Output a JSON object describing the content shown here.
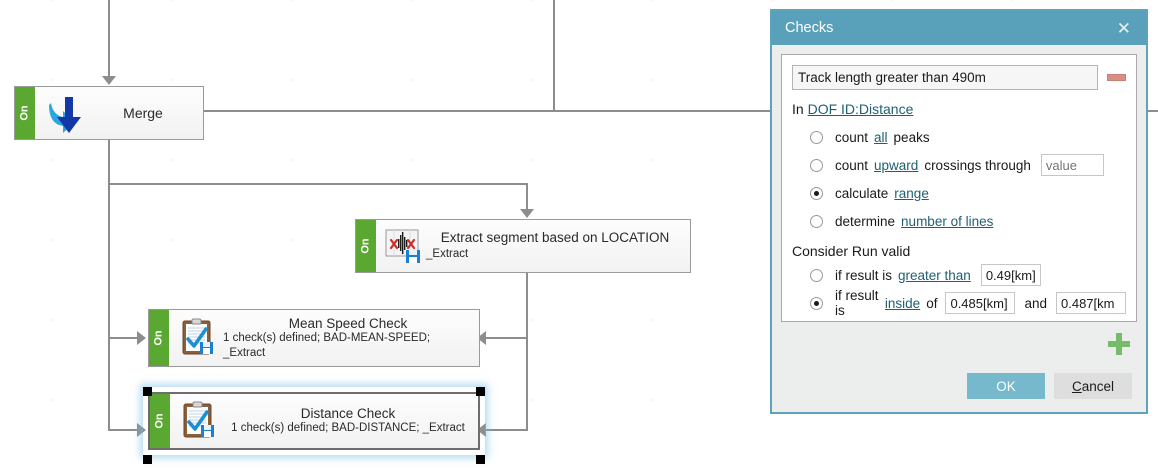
{
  "diagram": {
    "nodes": [
      {
        "id": "merge",
        "state_label": "On",
        "title": "Merge",
        "subtitle": "",
        "icon": "blue-down-arrow-icon"
      },
      {
        "id": "extract",
        "state_label": "On",
        "title": "Extract segment based on LOCATION",
        "subtitle": "_Extract",
        "icon": "waveform-extract-icon"
      },
      {
        "id": "mean-speed",
        "state_label": "On",
        "title": "Mean Speed Check",
        "subtitle": "1 check(s) defined; BAD-MEAN-SPEED; _Extract",
        "subtitle_line1": "1 check(s) defined; BAD-MEAN-SPEED;",
        "subtitle_line2": "_Extract",
        "icon": "clipboard-check-icon"
      },
      {
        "id": "distance",
        "state_label": "On",
        "title": "Distance Check",
        "subtitle": "1 check(s) defined; BAD-DISTANCE; _Extract",
        "icon": "clipboard-check-icon",
        "selected": true
      }
    ]
  },
  "dialog": {
    "title": "Checks",
    "close_label": "✕",
    "check_name": "Track length greater than 490m",
    "remove_label": "",
    "in_label": "In",
    "in_link": "DOF ID:Distance",
    "options": [
      {
        "prefix": "count",
        "link": "all",
        "suffix": "peaks",
        "selected": false,
        "has_input": false
      },
      {
        "prefix": "count",
        "link": "upward",
        "suffix": "crossings through",
        "selected": false,
        "has_input": true,
        "input_placeholder": "value",
        "input_value": ""
      },
      {
        "prefix": "calculate",
        "link": "range",
        "suffix": "",
        "selected": true,
        "has_input": false
      },
      {
        "prefix": "determine",
        "link": "number of lines",
        "suffix": "",
        "selected": false,
        "has_input": false
      }
    ],
    "validity_heading": "Consider Run valid",
    "validity": [
      {
        "prefix": "if result is",
        "link": "greater than",
        "selected": false,
        "value1": "0.49[km]",
        "mid": "",
        "value2": ""
      },
      {
        "prefix": "if result is",
        "link": "inside",
        "suffix": "of",
        "selected": true,
        "value1": "0.485[km]",
        "mid": "and",
        "value2": "0.487[km"
      }
    ],
    "add_label": "",
    "ok_label": "OK",
    "cancel_label": "Cancel",
    "cancel_accel": "C",
    "cancel_rest": "ancel"
  },
  "colors": {
    "title_bar": "#59a1ba",
    "dialog_border": "#5ea2bb",
    "on_bar_green": "#5aa832",
    "ok_button": "#76b9cd",
    "minus_button": "#d98e85",
    "plus_button": "#76bb6a",
    "link": "#1f5f73",
    "connector": "#8d8d8d"
  }
}
